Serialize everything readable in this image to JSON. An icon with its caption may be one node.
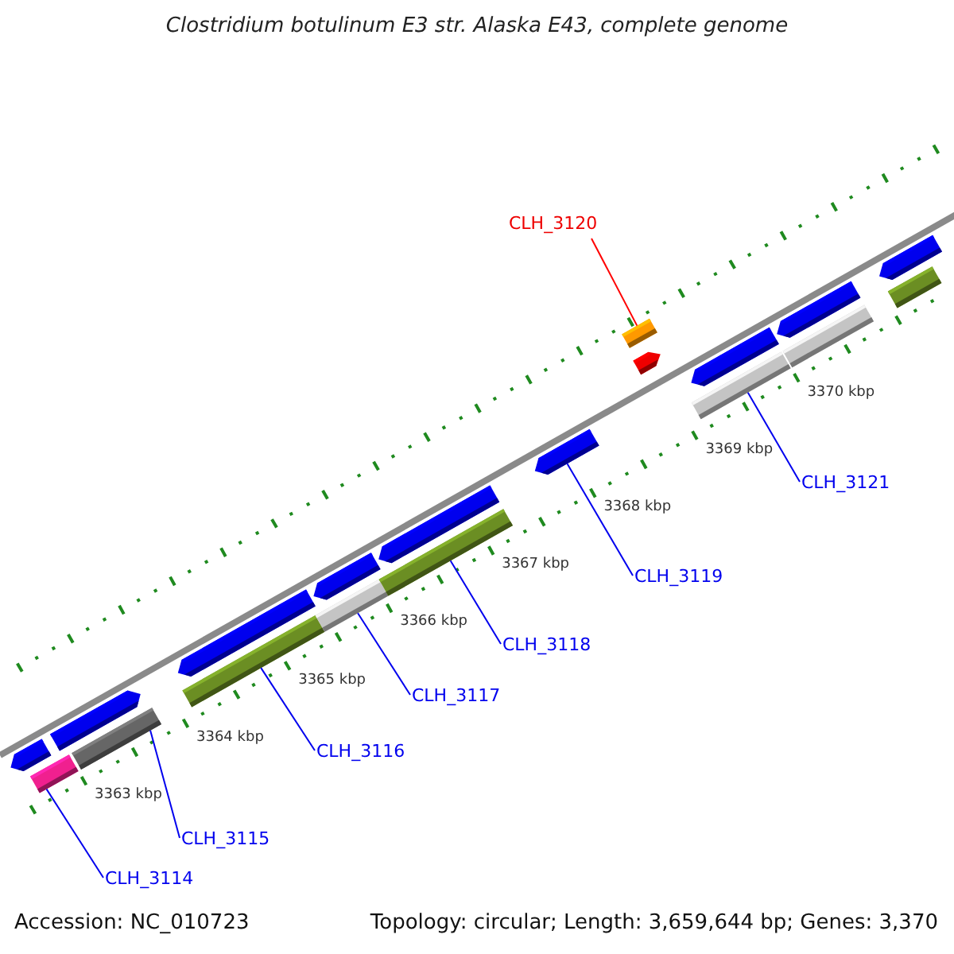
{
  "diagram": {
    "title": "Clostridium botulinum E3 str. Alaska E43, complete genome",
    "nodes": [
      {
        "text": [
          "CLH_3114"
        ]
      },
      {
        "text": [
          "CLH_3115"
        ]
      },
      {
        "text": [
          "CLH_3116"
        ]
      },
      {
        "text": [
          "CLH_3117"
        ]
      },
      {
        "text": [
          "CLH_3118"
        ]
      },
      {
        "text": [
          "CLH_3119"
        ]
      },
      {
        "text": [
          "CLH_3120"
        ]
      },
      {
        "text": [
          "CLH_3121"
        ]
      },
      {
        "text": [],
        "shape": "arrow"
      },
      {
        "text": [],
        "shape": "bar"
      },
      {
        "text": [],
        "shape": "arrow"
      },
      {
        "text": [],
        "shape": "bar"
      },
      {
        "text": [],
        "shape": "arrow"
      },
      {
        "text": [],
        "shape": "bar"
      },
      {
        "text": [],
        "shape": "arrow"
      },
      {
        "text": [],
        "shape": "bar"
      },
      {
        "text": [],
        "shape": "arrow"
      },
      {
        "text": [],
        "shape": "bar"
      },
      {
        "text": [],
        "shape": "arrow"
      },
      {
        "text": [],
        "shape": "bar"
      },
      {
        "text": [],
        "shape": "arrow"
      },
      {
        "text": [],
        "shape": "bar"
      },
      {
        "text": [],
        "shape": "arrow"
      },
      {
        "text": [],
        "shape": "bar"
      },
      {
        "text": [],
        "shape": "arrow"
      },
      {
        "text": [],
        "shape": "bar"
      },
      {
        "text": [],
        "shape": "arrow"
      }
    ],
    "edges": [
      {
        "from": 0,
        "to": 9,
        "arrow": "none"
      },
      {
        "from": 1,
        "to": 11,
        "arrow": "none"
      },
      {
        "from": 2,
        "to": 13,
        "arrow": "none"
      },
      {
        "from": 3,
        "to": 15,
        "arrow": "none"
      },
      {
        "from": 4,
        "to": 17,
        "arrow": "none"
      },
      {
        "from": 5,
        "to": 18,
        "arrow": "none"
      },
      {
        "from": 6,
        "to": 19,
        "arrow": "none",
        "color": "#ff0000"
      },
      {
        "from": 7,
        "to": 21,
        "arrow": "none"
      }
    ],
    "labels": [
      "3363 kbp",
      "3364 kbp",
      "3365 kbp",
      "3366 kbp",
      "3367 kbp",
      "3368 kbp",
      "3369 kbp",
      "3370 kbp",
      "Accession: NC_010723",
      "Topology: circular; Length: 3,659,644 bp; Genes: 3,370"
    ]
  }
}
